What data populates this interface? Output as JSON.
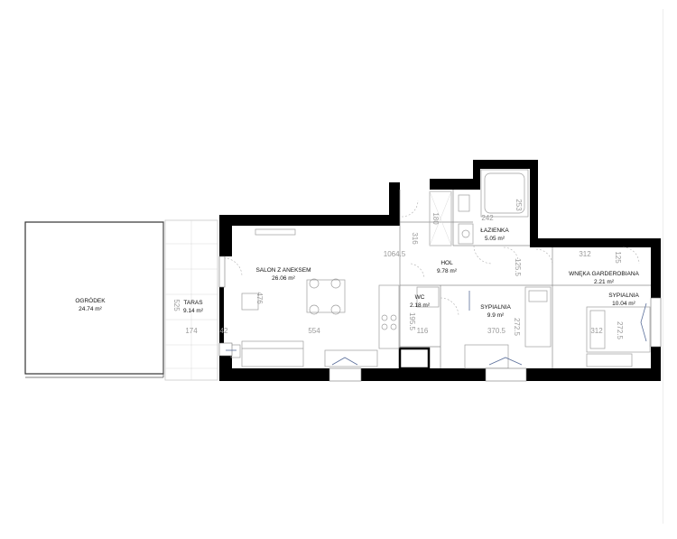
{
  "rooms": {
    "ogrodek": {
      "name": "OGRÓDEK",
      "area": "24.74 m²"
    },
    "taras": {
      "name": "TARAS",
      "area": "9.14 m²"
    },
    "salon": {
      "name": "SALON Z ANEKSEM",
      "area": "26.06 m²"
    },
    "hol": {
      "name": "HOL",
      "area": "9.78 m²"
    },
    "lazienka": {
      "name": "ŁAZIENKA",
      "area": "5.05 m²"
    },
    "wc": {
      "name": "WC",
      "area": "2.18 m²"
    },
    "sypialnia1": {
      "name": "SYPIALNIA",
      "area": "9.9 m²"
    },
    "wneka": {
      "name": "WNĘKA GARDEROBIANA",
      "area": "2.21 m²"
    },
    "sypialnia2": {
      "name": "SYPIALNIA",
      "area": "10.04 m²"
    }
  },
  "dimensions": {
    "d_253": "253",
    "d_242": "242",
    "d_180": "180",
    "d_316": "316",
    "d_1064": "1064.5",
    "d_1255a": "125.5",
    "d_312a": "312",
    "d_125": "125",
    "d_476": "476",
    "d_525": "525",
    "d_1955": "195.5",
    "d_2725a": "272.5",
    "d_2725b": "272.5",
    "d_3125": "312",
    "d_174": "174",
    "d_42": "42",
    "d_554": "554",
    "d_116": "116",
    "d_3705": "370.5"
  },
  "colors": {
    "wall": "#000000",
    "dimension": "#9a9a9a",
    "furniture": "#9e9e9e",
    "arrow": "#5a6e9a"
  }
}
